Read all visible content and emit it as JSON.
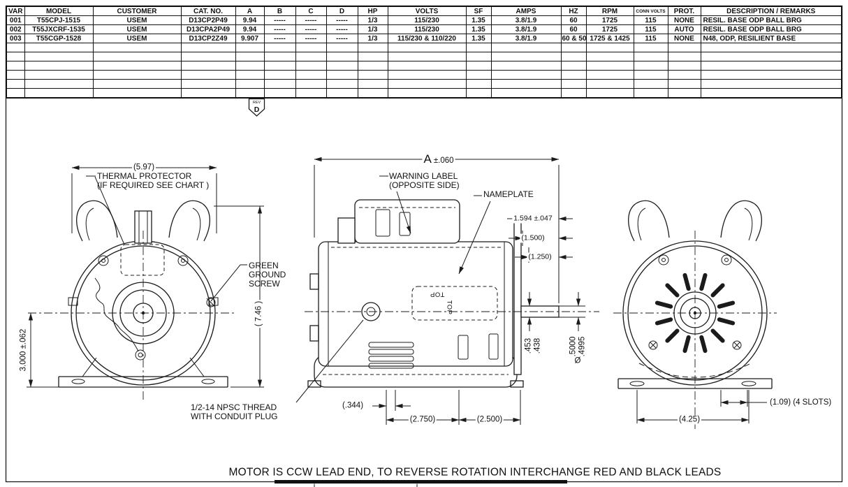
{
  "table": {
    "headers": [
      "VAR",
      "MODEL",
      "CUSTOMER",
      "CAT. NO.",
      "A",
      "B",
      "C",
      "D",
      "HP",
      "VOLTS",
      "SF",
      "AMPS",
      "HZ",
      "RPM",
      "CONN VOLTS",
      "PROT.",
      "DESCRIPTION / REMARKS"
    ],
    "rows": [
      [
        "001",
        "T55CPJ-1515",
        "USEM",
        "D13CP2P49",
        "9.94",
        "-----",
        "-----",
        "-----",
        "1/3",
        "115/230",
        "1.35",
        "3.8/1.9",
        "60",
        "1725",
        "115",
        "NONE",
        "RESIL. BASE ODP BALL BRG"
      ],
      [
        "002",
        "T55JXCRF-1535",
        "USEM",
        "D13CPA2P49",
        "9.94",
        "-----",
        "-----",
        "-----",
        "1/3",
        "115/230",
        "1.35",
        "3.8/1.9",
        "60",
        "1725",
        "115",
        "AUTO",
        "RESIL. BASE ODP BALL BRG"
      ],
      [
        "003",
        "T55CGP-1528",
        "USEM",
        "D13CP2Z49",
        "9.907",
        "-----",
        "-----",
        "-----",
        "1/3",
        "115/230 & 110/220",
        "1.35",
        "3.8/1.9",
        "60 & 50",
        "1725 & 1425",
        "115",
        "NONE",
        "N48, ODP, RESILIENT BASE"
      ]
    ],
    "empty_row_count": 6
  },
  "rev": {
    "top": "REV",
    "letter": "D"
  },
  "ann": {
    "dim_597": "(5.97)",
    "thermal_1": "THERMAL PROTECTOR",
    "thermal_2": "(IF REQUIRED SEE CHART )",
    "green_1": "GREEN",
    "green_2": "GROUND",
    "green_3": "SCREW",
    "dim_3000": "3.000 ±.062",
    "dim_746": "( 7.46 )",
    "dim_A": "A",
    "dim_A_tol": "±.060",
    "warning_1": "WARNING LABEL",
    "warning_2": "(OPPOSITE SIDE)",
    "nameplate": "NAMEPLATE",
    "top_marking": "TOP",
    "dim_1594": "1.594 ±.047",
    "dim_1500": "(1.500)",
    "dim_1250": "(1.250)",
    "dim_453": ".453",
    "dim_438": ".438",
    "dia_sym": "Ø",
    "dim_5000": ".5000",
    "dim_4995": ".4995",
    "dim_344": "(.344)",
    "dim_2750": "(2.750)",
    "dim_2500": "(2.500)",
    "thread_1": "1/2-14 NPSC THREAD",
    "thread_2": "WITH CONDUIT PLUG",
    "dim_109": "(1.09) (4 SLOTS)",
    "dim_425": "(4.25)",
    "note": "MOTOR IS CCW LEAD END, TO REVERSE ROTATION INTERCHANGE RED AND BLACK LEADS"
  }
}
